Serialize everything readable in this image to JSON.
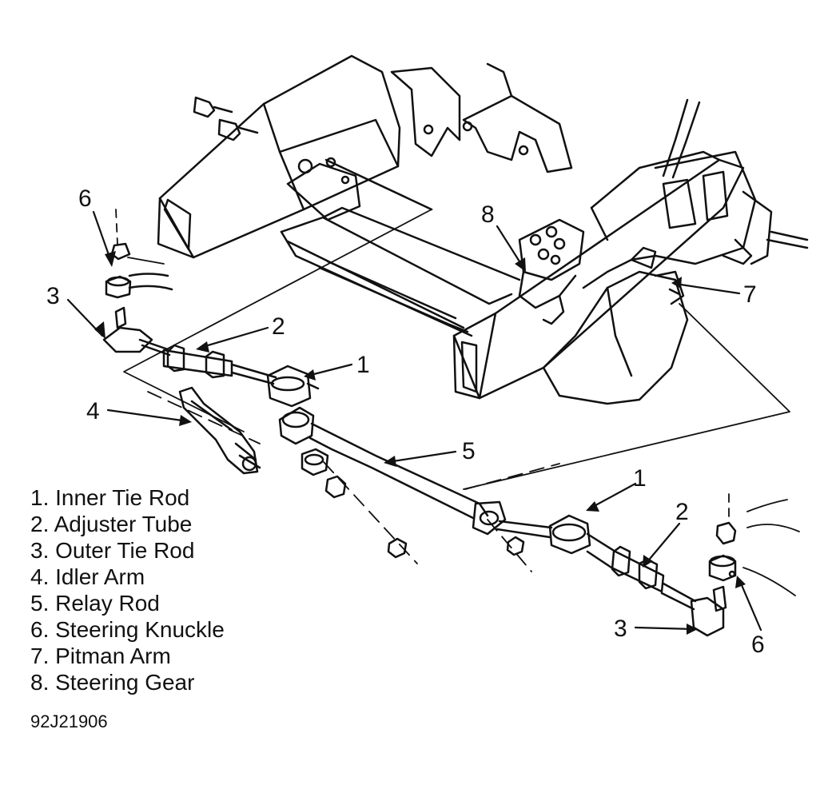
{
  "callouts": [
    {
      "id": "c6-left",
      "text": "6"
    },
    {
      "id": "c3-left",
      "text": "3"
    },
    {
      "id": "c2-left",
      "text": "2"
    },
    {
      "id": "c1-left",
      "text": "1"
    },
    {
      "id": "c4",
      "text": "4"
    },
    {
      "id": "c5",
      "text": "5"
    },
    {
      "id": "c8",
      "text": "8"
    },
    {
      "id": "c7",
      "text": "7"
    },
    {
      "id": "c1-right",
      "text": "1"
    },
    {
      "id": "c2-right",
      "text": "2"
    },
    {
      "id": "c3-right",
      "text": "3"
    },
    {
      "id": "c6-right",
      "text": "6"
    }
  ],
  "legend": [
    "1. Inner Tie Rod",
    "2. Adjuster Tube",
    "3. Outer Tie Rod",
    "4. Idler Arm",
    "5. Relay Rod",
    "6. Steering Knuckle",
    "7. Pitman Arm",
    "8. Steering Gear"
  ],
  "figure_code": "92J21906"
}
